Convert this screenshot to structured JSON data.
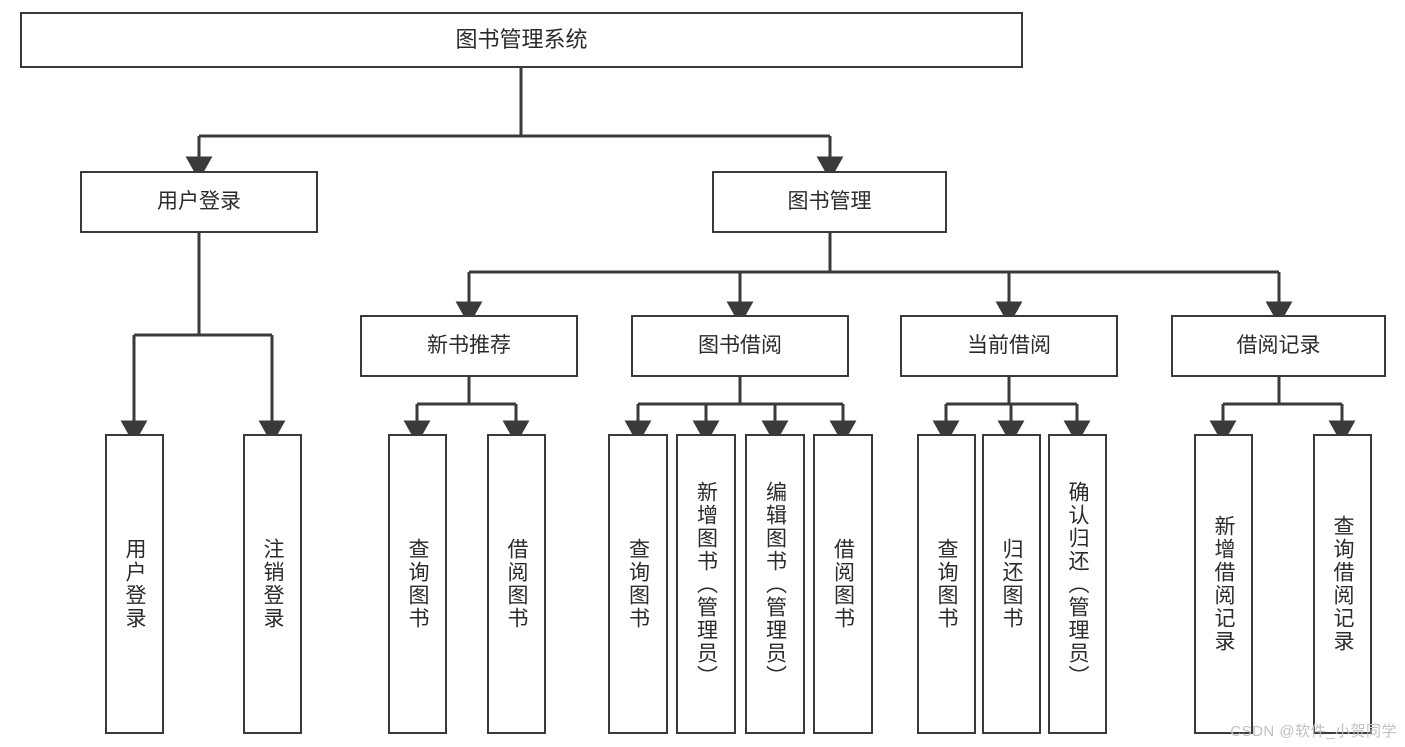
{
  "diagram": {
    "title": "图书管理系统",
    "type": "tree",
    "root": {
      "label": "图书管理系统"
    },
    "level2": [
      {
        "label": "用户登录"
      },
      {
        "label": "图书管理"
      }
    ],
    "level3": [
      {
        "label": "新书推荐"
      },
      {
        "label": "图书借阅"
      },
      {
        "label": "当前借阅"
      },
      {
        "label": "借阅记录"
      }
    ],
    "leaves": {
      "user_login": [
        {
          "label": "用户登录"
        },
        {
          "label": "注销登录"
        }
      ],
      "new_book_recommend": [
        {
          "label": "查询图书"
        },
        {
          "label": "借阅图书"
        }
      ],
      "book_borrow": [
        {
          "label": "查询图书"
        },
        {
          "label": "新增图书（管理员）"
        },
        {
          "label": "编辑图书（管理员）"
        },
        {
          "label": "借阅图书"
        }
      ],
      "current_borrow": [
        {
          "label": "查询图书"
        },
        {
          "label": "归还图书"
        },
        {
          "label": "确认归还（管理员）"
        }
      ],
      "borrow_record": [
        {
          "label": "新增借阅记录"
        },
        {
          "label": "查询借阅记录"
        }
      ]
    }
  },
  "watermark": {
    "text": "CSDN @软件_小贺同学"
  },
  "colors": {
    "border": "#3a3a3a",
    "text": "#2b2b2b",
    "background": "#ffffff",
    "watermark": "#c0c0c0"
  }
}
